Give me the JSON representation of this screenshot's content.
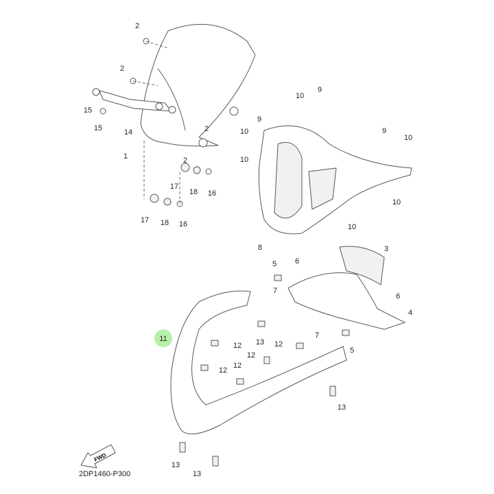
{
  "diagram": {
    "catalog_code": "2DP1460-P300",
    "fwd_label": "FWD",
    "highlight_color": "#b6f0a8",
    "highlighted_part": "11",
    "callouts": [
      "2",
      "2",
      "15",
      "15",
      "14",
      "1",
      "2",
      "2",
      "17",
      "18",
      "16",
      "17",
      "18",
      "16",
      "10",
      "9",
      "9",
      "10",
      "9",
      "10",
      "10",
      "10",
      "10",
      "8",
      "3",
      "5",
      "6",
      "7",
      "6",
      "4",
      "11",
      "13",
      "12",
      "7",
      "12",
      "5",
      "12",
      "12",
      "12",
      "13",
      "13",
      "13"
    ]
  }
}
